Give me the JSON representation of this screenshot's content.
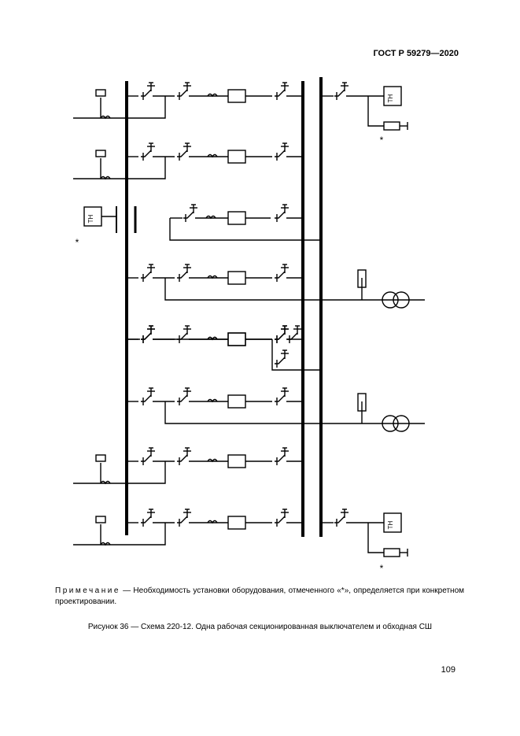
{
  "header": {
    "doc_code": "ГОСТ Р 59279—2020"
  },
  "diagram": {
    "vt_label": "ТН",
    "asterisk": "*"
  },
  "note": {
    "lead": "Примечание",
    "text": " — Необходимость установки оборудования, отмеченного «*», определяется при конкретном проектировании."
  },
  "caption": "Рисунок 36 — Схема 220-12. Одна рабочая секционированная выключателем и обходная СШ",
  "page_number": "109"
}
